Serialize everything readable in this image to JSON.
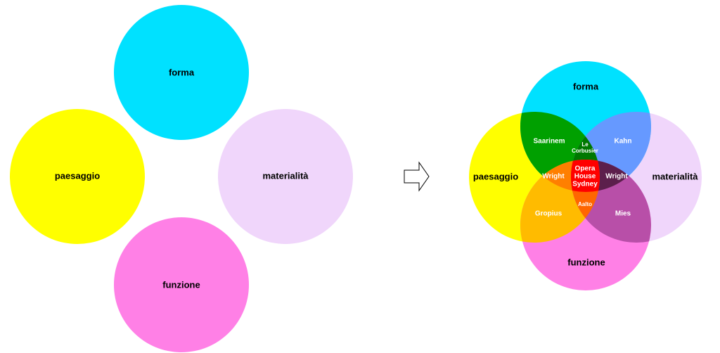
{
  "sets": {
    "forma": "forma",
    "paesaggio": "paesaggio",
    "materialita": "materialità",
    "funzione": "funzione"
  },
  "colors": {
    "forma": "#00e1ff",
    "paesaggio": "#ffff00",
    "materialita": "#f0d6fb",
    "funzione": "#ff80e6",
    "forma_paesaggio": "#00a000",
    "forma_materialita": "#6699ff",
    "paesaggio_funzione": "#ffbb00",
    "materialita_funzione": "#b84fa8",
    "forma_paesaggio_materialita": "#007800",
    "forma_paesaggio_funzione": "#ff7f00",
    "forma_materialita_funzione": "#5c1f4c",
    "paesaggio_materialita_funzione": "#ff6600",
    "all": "#ff0000"
  },
  "intersections": {
    "forma_paesaggio": "Saarinem",
    "forma_materialita": "Kahn",
    "paesaggio_funzione": "Gropius",
    "materialita_funzione": "Mies",
    "forma_paesaggio_materialita": [
      "Le",
      "Corbusier"
    ],
    "forma_paesaggio_funzione": "Wright",
    "forma_materialita_funzione": "Wright",
    "paesaggio_materialita_funzione": "Aalto",
    "all": [
      "Opera",
      "House",
      "Sydney"
    ]
  },
  "arrow_icon": "right-arrow-icon"
}
